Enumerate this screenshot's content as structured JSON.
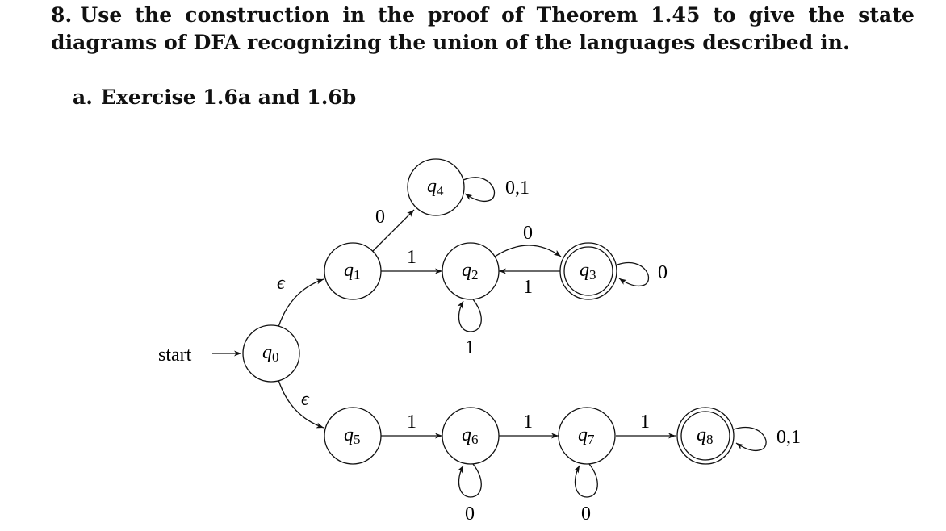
{
  "problem": {
    "number": "8.",
    "text": "Use the construction in the proof of Theorem 1.45 to give the state diagrams of DFA recognizing the union of the languages described in."
  },
  "part": {
    "label": "a.",
    "text": "Exercise 1.6a and 1.6b"
  },
  "diagram": {
    "start_label": "start",
    "states": [
      {
        "id": "q0",
        "name": "q",
        "sub": "0",
        "accepting": false
      },
      {
        "id": "q1",
        "name": "q",
        "sub": "1",
        "accepting": false
      },
      {
        "id": "q2",
        "name": "q",
        "sub": "2",
        "accepting": false
      },
      {
        "id": "q3",
        "name": "q",
        "sub": "3",
        "accepting": true
      },
      {
        "id": "q4",
        "name": "q",
        "sub": "4",
        "accepting": false
      },
      {
        "id": "q5",
        "name": "q",
        "sub": "5",
        "accepting": false
      },
      {
        "id": "q6",
        "name": "q",
        "sub": "6",
        "accepting": false
      },
      {
        "id": "q7",
        "name": "q",
        "sub": "7",
        "accepting": false
      },
      {
        "id": "q8",
        "name": "q",
        "sub": "8",
        "accepting": true
      }
    ],
    "transitions": [
      {
        "id": "q0-q1",
        "from": "q0",
        "to": "q1",
        "label": "ϵ"
      },
      {
        "id": "q0-q5",
        "from": "q0",
        "to": "q5",
        "label": "ϵ"
      },
      {
        "id": "q1-q4",
        "from": "q1",
        "to": "q4",
        "label": "0"
      },
      {
        "id": "q1-q2",
        "from": "q1",
        "to": "q2",
        "label": "1"
      },
      {
        "id": "q2-q3",
        "from": "q2",
        "to": "q3",
        "label": "0"
      },
      {
        "id": "q3-q2",
        "from": "q3",
        "to": "q2",
        "label": "1"
      },
      {
        "id": "q2-q2",
        "from": "q2",
        "to": "q2",
        "label": "1"
      },
      {
        "id": "q3-q3",
        "from": "q3",
        "to": "q3",
        "label": "0"
      },
      {
        "id": "q4-q4",
        "from": "q4",
        "to": "q4",
        "label": "0,1"
      },
      {
        "id": "q5-q6",
        "from": "q5",
        "to": "q6",
        "label": "1"
      },
      {
        "id": "q6-q7",
        "from": "q6",
        "to": "q7",
        "label": "1"
      },
      {
        "id": "q7-q8",
        "from": "q7",
        "to": "q8",
        "label": "1"
      },
      {
        "id": "q6-q6",
        "from": "q6",
        "to": "q6",
        "label": "0"
      },
      {
        "id": "q7-q7",
        "from": "q7",
        "to": "q7",
        "label": "0"
      },
      {
        "id": "q8-q8",
        "from": "q8",
        "to": "q8",
        "label": "0,1"
      }
    ]
  }
}
